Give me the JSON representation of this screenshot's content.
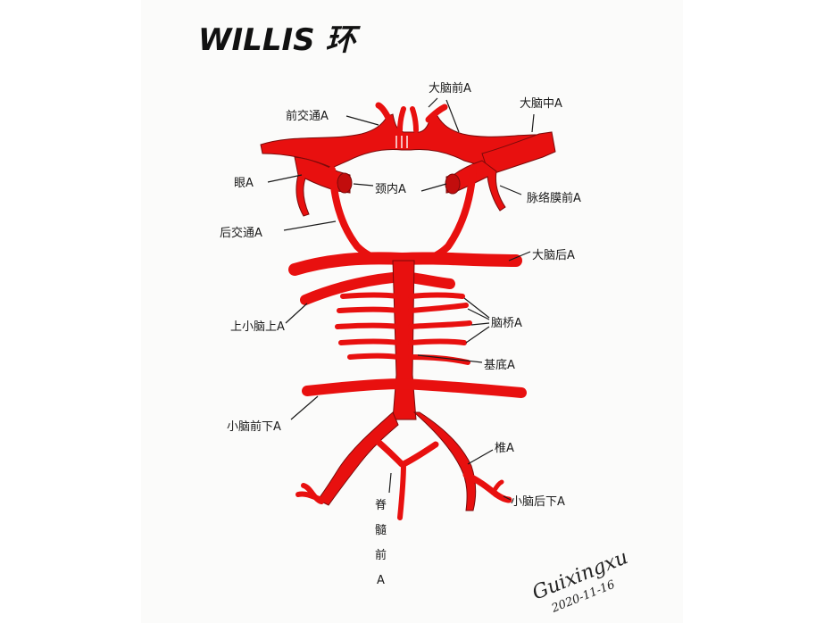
{
  "title": "WILLIS 环",
  "labels": {
    "aca": "大脑前A",
    "acom": "前交通A",
    "mca": "大脑中A",
    "ophthalmic": "眼A",
    "ica": "颈内A",
    "achoroidal": "脉络膜前A",
    "pcom": "后交通A",
    "pca": "大脑后A",
    "sca": "上小脑上A",
    "pontine": "脑桥A",
    "basilar": "基底A",
    "aica": "小脑前下A",
    "vertebral": "椎A",
    "pica": "小脑后下A",
    "anterior_spinal": [
      "脊",
      "髓",
      "前",
      "A"
    ]
  },
  "signature": {
    "name": "Guixingxu",
    "date": "2020-11-16"
  },
  "colors": {
    "artery": "#e8100f",
    "outline": "#7a0a0a",
    "ink": "#1a1a1a"
  }
}
